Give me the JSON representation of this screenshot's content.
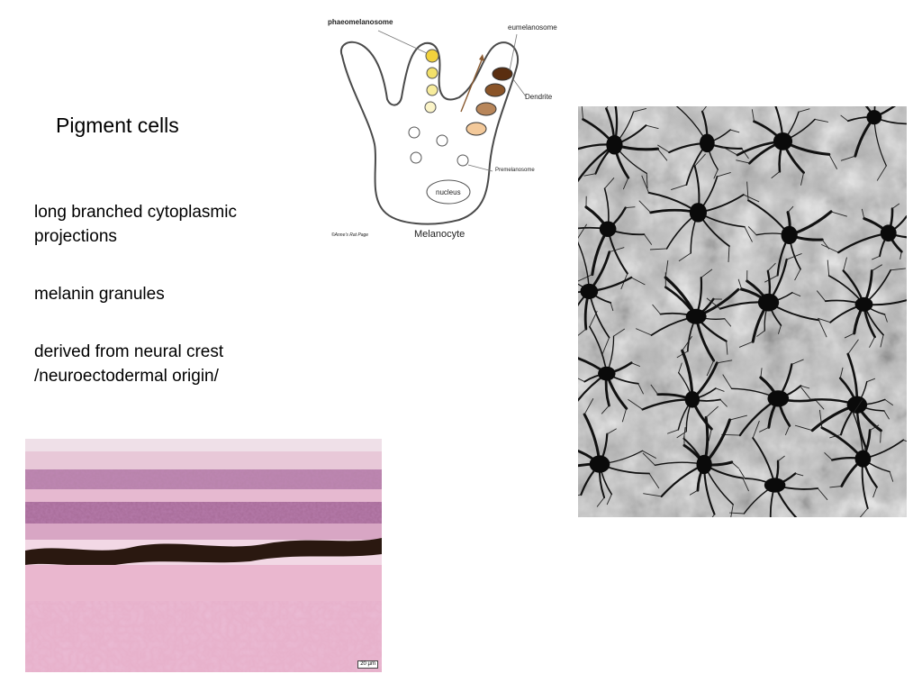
{
  "slide": {
    "title": "Pigment cells",
    "bullets": [
      "long branched cytoplasmic projections",
      "melanin granules",
      "derived from neural crest /neuroectodermal origin/"
    ]
  },
  "diagram": {
    "labels": {
      "phaeomelanosome": "phaeomelanosome",
      "eumelanosome": "eumelanosome",
      "dendrite": "Dendrite",
      "premelanosome": "Premelanosome",
      "nucleus": "nucleus",
      "caption": "Melanocyte",
      "credit": "©Anne's Rat Page"
    },
    "colors": {
      "phaeo": "#f2d23c",
      "phaeo_light": "#f7ec9c",
      "eu_dark": "#5a2e10",
      "eu_mid": "#8a5428",
      "eu_light": "#b8865a",
      "eu_pale": "#f3c99a",
      "arrow": "#8a5a30"
    }
  },
  "images": {
    "bw_micrograph": {
      "description_icon": "melanocyte-network-micrograph",
      "colors": {
        "background": "#b8b8b8",
        "cells": "#111111"
      }
    },
    "he_micrograph": {
      "description_icon": "retina-he-section-micrograph",
      "scale_label": "20 µm",
      "colors": {
        "pink": "#e7b7cf",
        "purple": "#8d4d86",
        "pigment": "#2a1810"
      }
    }
  }
}
